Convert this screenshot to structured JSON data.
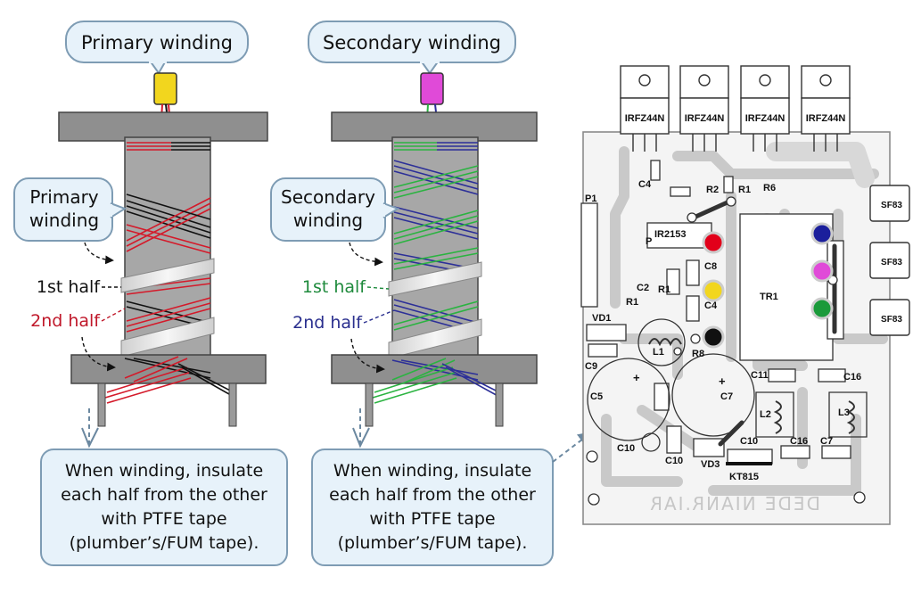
{
  "left": {
    "callout_top": "Primary winding",
    "callout_side_line1": "Primary",
    "callout_side_line2": "winding",
    "label_first_half": "1st half",
    "label_second_half": "2nd half",
    "note_lines": [
      "When winding, insulate",
      "each half from the other",
      "with PTFE tape",
      "(plumber’s/FUM tape)."
    ]
  },
  "right": {
    "callout_top": "Secondary winding",
    "callout_side_line1": "Secondary",
    "callout_side_line2": "winding",
    "label_first_half": "1st half",
    "label_second_half": "2nd half",
    "note_lines": [
      "When winding, insulate",
      "each half from the other",
      "with PTFE tape",
      "(plumber’s/FUM tape)."
    ]
  },
  "pcb": {
    "transistors": [
      "IRFZ44N",
      "IRFZ44N",
      "IRFZ44N",
      "IRFZ44N"
    ],
    "diodes": [
      "SF83",
      "SF83",
      "SF83"
    ],
    "labels": {
      "c4_top": "C4",
      "r2": "R2",
      "r1_top": "R1",
      "r6": "R6",
      "p1": "P1",
      "ic": "IR2153",
      "c8": "C8",
      "c2": "C2",
      "r1_mid": "R1",
      "r1_low": "R1",
      "c4_mid": "C4",
      "tr1": "TR1",
      "vd1": "VD1",
      "l1": "L1",
      "r8": "R8",
      "c9": "C9",
      "c11": "C11",
      "c16_top": "C16",
      "c5": "C5",
      "c7_big": "C7",
      "l2": "L2",
      "l3": "L3",
      "c10_a": "C10",
      "c10_b": "C10",
      "c10_c": "C10",
      "vd3": "VD3",
      "kt815": "KT815",
      "c16_bot": "C16",
      "c7_small": "C7",
      "p_mark": "P",
      "plus_a": "+",
      "plus_b": "+"
    },
    "mirrored_text": "DEDE NIANR.IAR",
    "dot_colors": {
      "red": "#e2001a",
      "yellow": "#f2d61e",
      "black": "#111111",
      "blue": "#1b1f9c",
      "magenta": "#e04ad8",
      "green": "#1a9a3a"
    }
  },
  "colors": {
    "bobbin": "#8f8f8f",
    "bobbin_core": "#a7a7a7",
    "callout_fill": "#e7f2fa",
    "callout_stroke": "#7e9cb4",
    "primary_wire": "#d41a2a",
    "secondary_green": "#2bb341",
    "secondary_blue": "#2c2f98",
    "tape": "#ececec",
    "label_red": "#c0182a",
    "label_green": "#1e8a3c",
    "label_blue": "#2a2f8e"
  },
  "icons": [
    "yellow-connector-icon",
    "magenta-connector-icon",
    "dashed-arrow-icon"
  ]
}
